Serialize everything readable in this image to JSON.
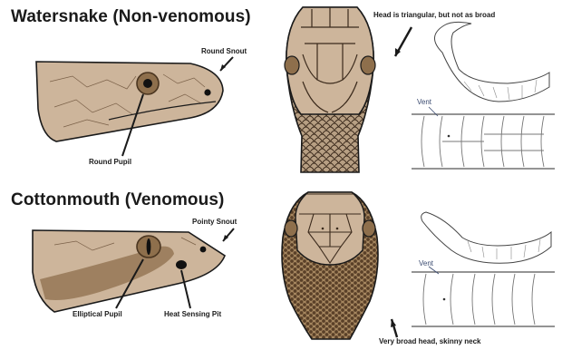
{
  "colors": {
    "skin": "#cdb59b",
    "skin_dark": "#8e6f4c",
    "scale_line": "#3b2a1c",
    "outline": "#1a1a1a",
    "pupil_ring": "#4a3520",
    "vent_label": "#3a4a70",
    "belly_line": "#555555"
  },
  "watersnake": {
    "title": "Watersnake (Non-venomous)",
    "labels": {
      "round_snout": "Round Snout",
      "round_pupil": "Round Pupil",
      "head_shape": "Head is triangular, but not as broad",
      "vent": "Vent"
    }
  },
  "cottonmouth": {
    "title": "Cottonmouth (Venomous)",
    "labels": {
      "pointy_snout": "Pointy Snout",
      "elliptical_pupil": "Elliptical Pupil",
      "heat_pit": "Heat Sensing Pit",
      "head_shape": "Very broad head, skinny neck",
      "vent": "Vent"
    }
  }
}
